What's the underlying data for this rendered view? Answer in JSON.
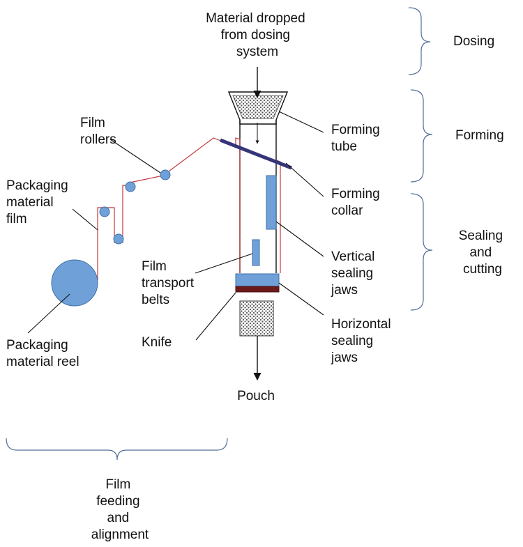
{
  "labels": {
    "material_dropped": [
      "Material dropped",
      "from dosing",
      "system"
    ],
    "film_rollers": [
      "Film",
      "rollers"
    ],
    "packaging_film": [
      "Packaging",
      "material",
      "film"
    ],
    "forming_tube": [
      "Forming",
      "tube"
    ],
    "forming_collar": [
      "Forming",
      "collar"
    ],
    "vertical_jaws": [
      "Vertical",
      "sealing",
      "jaws"
    ],
    "transport_belts": [
      "Film",
      "transport",
      "belts"
    ],
    "knife": [
      "Knife"
    ],
    "horizontal_jaws": [
      "Horizontal",
      "sealing",
      "jaws"
    ],
    "reel": [
      "Packaging",
      "material reel"
    ],
    "pouch": [
      "Pouch"
    ]
  },
  "stages": {
    "dosing": [
      "Dosing"
    ],
    "forming": [
      "Forming"
    ],
    "sealing": [
      "Sealing",
      "and",
      "cutting"
    ],
    "feeding": [
      "Film",
      "feeding",
      "and",
      "alignment"
    ]
  },
  "colors": {
    "film": "#c0393b",
    "roller_fill": "#6fa0d8",
    "roller_stroke": "#3f6fa8",
    "collar": "#35357a",
    "knife": "#6b1a1a",
    "brace": "#4f6f99",
    "line": "#111111"
  }
}
